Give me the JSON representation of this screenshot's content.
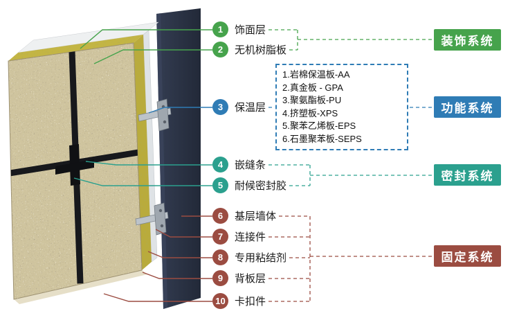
{
  "colors": {
    "decoration_system": "#46a34c",
    "function_system": "#2f7cb5",
    "sealing_system": "#2ba08e",
    "fixing_system": "#9b4c41"
  },
  "callouts": [
    {
      "num": "1",
      "label": "饰面层",
      "system": "decoration"
    },
    {
      "num": "2",
      "label": "无机树脂板",
      "system": "decoration"
    },
    {
      "num": "3",
      "label": "保温层",
      "system": "function"
    },
    {
      "num": "4",
      "label": "嵌缝条",
      "system": "sealing"
    },
    {
      "num": "5",
      "label": "耐候密封胶",
      "system": "sealing"
    },
    {
      "num": "6",
      "label": "基层墙体",
      "system": "fixing"
    },
    {
      "num": "7",
      "label": "连接件",
      "system": "fixing"
    },
    {
      "num": "8",
      "label": "专用粘结剂",
      "system": "fixing"
    },
    {
      "num": "9",
      "label": "背板层",
      "system": "fixing"
    },
    {
      "num": "10",
      "label": "卡扣件",
      "system": "fixing"
    }
  ],
  "insulation_options": {
    "lines": [
      "1.岩棉保温板-AA",
      "2.真金板 - GPA",
      "3.聚氨酯板-PU",
      "4.挤塑板-XPS",
      "5.聚苯乙烯板-EPS",
      "6.石墨聚苯板-SEPS"
    ]
  },
  "systems": [
    {
      "label": "装饰系统"
    },
    {
      "label": "功能系统"
    },
    {
      "label": "密封系统"
    },
    {
      "label": "固定系统"
    }
  ]
}
